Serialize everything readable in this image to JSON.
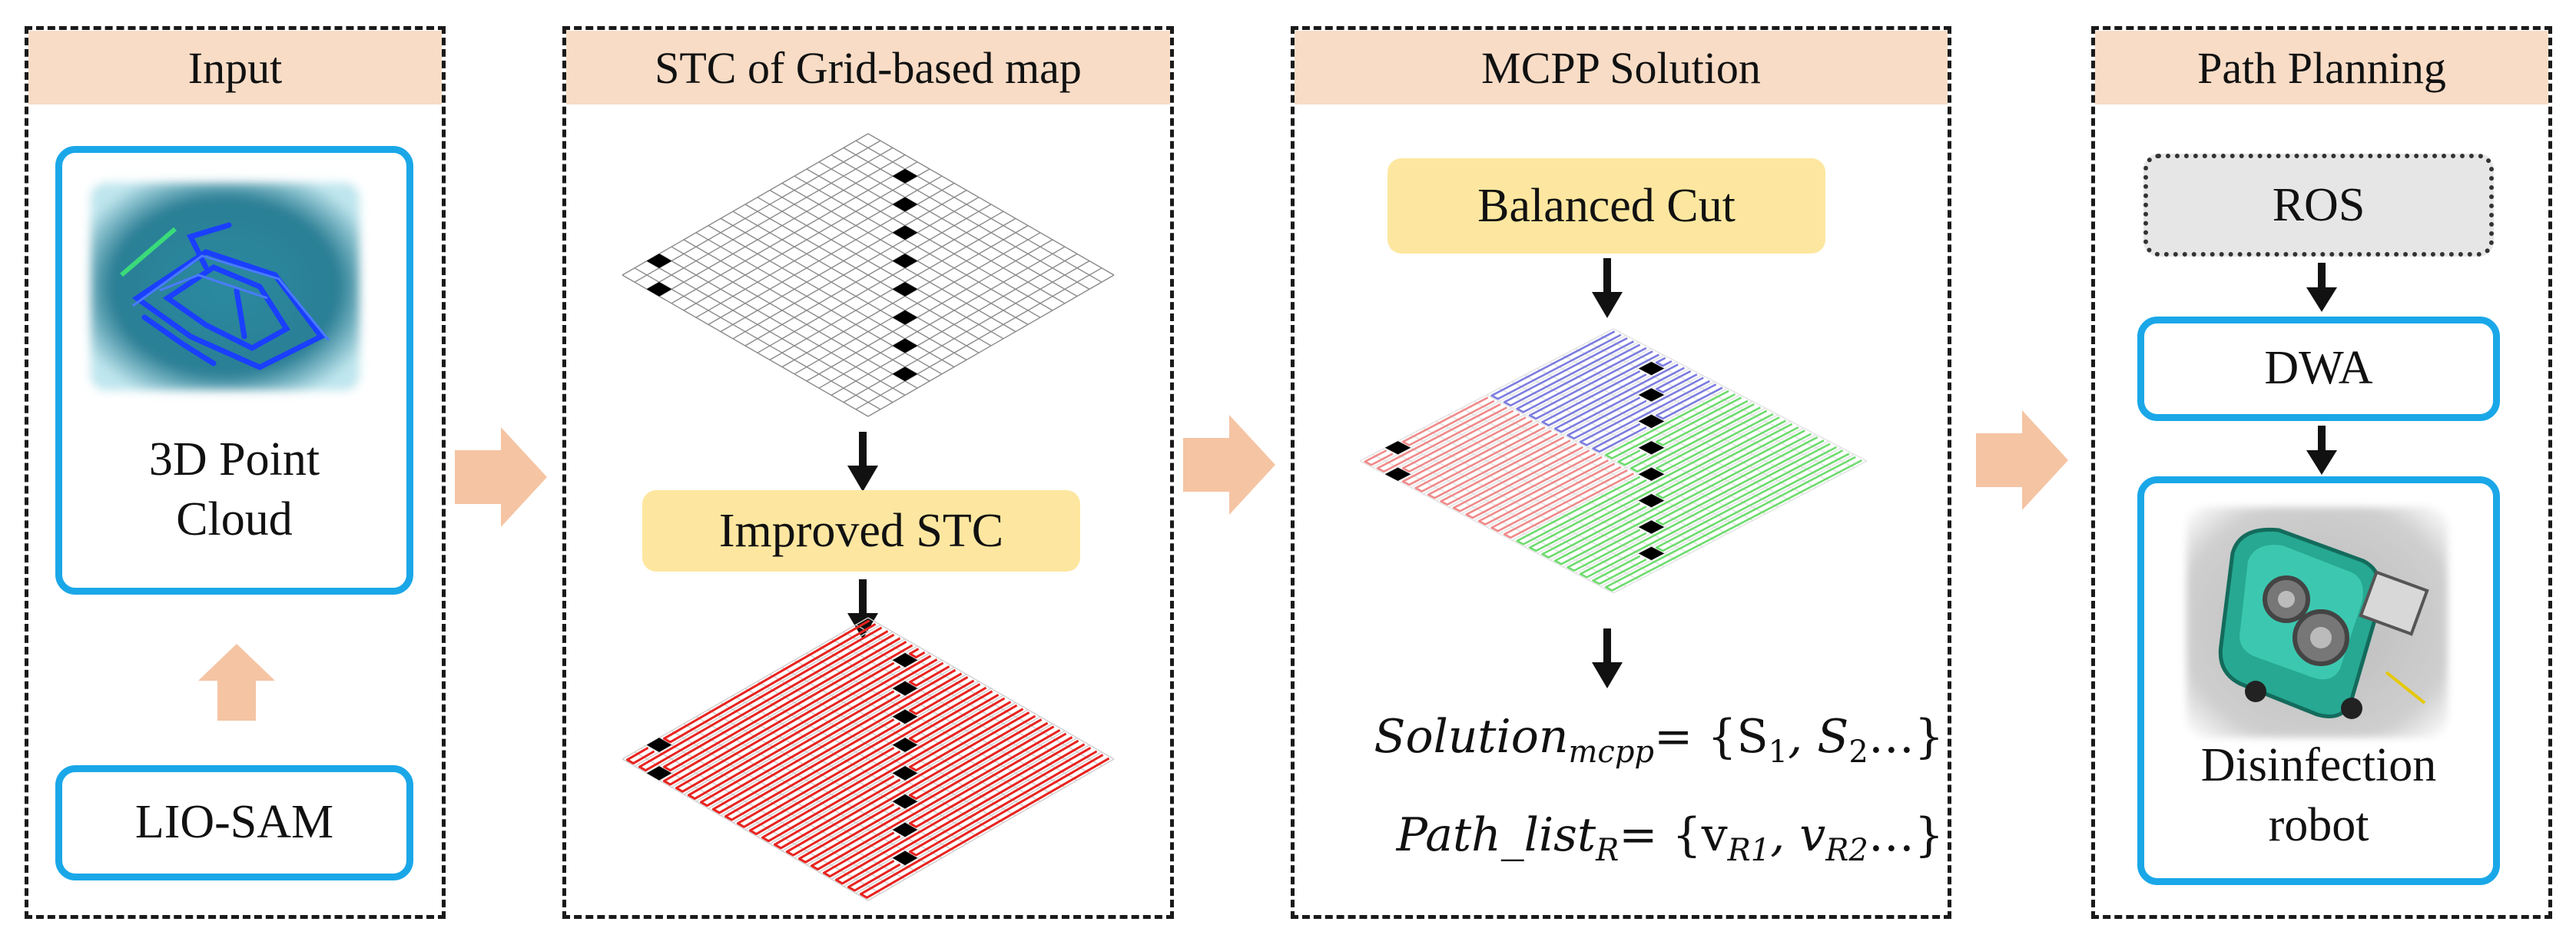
{
  "panels": {
    "input": {
      "header": "Input",
      "point_cloud_label": "3D Point\nCloud",
      "lio_sam_label": "LIO-SAM"
    },
    "stc": {
      "header": "STC of Grid-based map",
      "improved_label": "Improved STC"
    },
    "mcpp": {
      "header": "MCPP Solution",
      "balanced_cut_label": "Balanced Cut",
      "solution_name": "Solution",
      "solution_sub": "mcpp",
      "solution_rhs": "= {S",
      "solution_tail": ", S",
      "solution_end": "…}",
      "path_name": "Path_list",
      "path_sub": "R",
      "path_rhs": "= {v",
      "path_sub1": "R1",
      "path_mid": ", v",
      "path_sub2": "R2",
      "path_end": "…}",
      "s1": "1",
      "s2": "2"
    },
    "planning": {
      "header": "Path Planning",
      "ros_label": "ROS",
      "dwa_label": "DWA",
      "robot_label": "Disinfection\nrobot"
    }
  },
  "colors": {
    "header_bg": "#f8dcc6",
    "blue_border": "#1aa7e8",
    "yellow_box": "#fde7a0",
    "flow_arrow": "#f5c4a3",
    "path_red": "#e8231f",
    "region_red": "#f08a8a",
    "region_blue": "#7d7de0",
    "region_green": "#6fdc6f"
  },
  "icons": [
    "point-cloud-image",
    "robot-image",
    "flow-arrow-right",
    "flow-arrow-up",
    "down-arrow"
  ]
}
